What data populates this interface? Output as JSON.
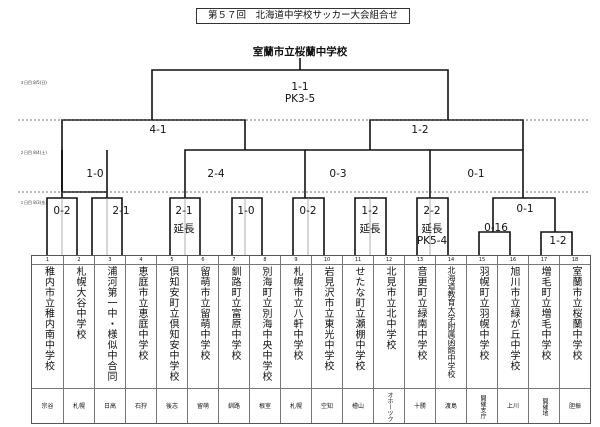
{
  "title": "第５７回　北海道中学校サッカー大会組合せ",
  "winner": "室蘭市立桜蘭中学校",
  "round_labels": [
    {
      "id": "r3",
      "text": "３日目 8/5(日)"
    },
    {
      "id": "r2",
      "text": "２日目 8/4(土)"
    },
    {
      "id": "r1",
      "text": "１日目 8/3(金)"
    }
  ],
  "scores": {
    "final": {
      "line1": "1-1",
      "line2": "PK3-5"
    },
    "sf_left": "4-1",
    "sf_right": "1-2",
    "qf1": "1-0",
    "qf2": "2-4",
    "qf3": "0-3",
    "qf4": "0-1",
    "r1_1": "0-2",
    "r1_2": "2-1",
    "r1_3": {
      "line1": "2-1",
      "line2": "延長"
    },
    "r1_4": "1-0",
    "r1_5": "0-2",
    "r1_6": {
      "line1": "1-2",
      "line2": "延長"
    },
    "r1_7": {
      "line1": "2-2",
      "line2": "延長",
      "line3": "PK5-4"
    },
    "r1_8": "0-1",
    "r0_1": "0-16",
    "r0_2": "1-2"
  },
  "teams": [
    {
      "num": "1",
      "name": "稚内市立稚内南中学校",
      "area": "宗谷"
    },
    {
      "num": "2",
      "name": "札幌大谷中学校",
      "area": "札幌"
    },
    {
      "num": "3",
      "name": "浦河第一中・様似中合同",
      "area": "日高"
    },
    {
      "num": "4",
      "name": "恵庭市立恵庭中学校",
      "area": "石狩"
    },
    {
      "num": "5",
      "name": "倶知安町立倶知安中学校",
      "area": "後志"
    },
    {
      "num": "6",
      "name": "留萌市立留萌中学校",
      "area": "留萌"
    },
    {
      "num": "7",
      "name": "釧路町立富原中学校",
      "area": "釧路"
    },
    {
      "num": "8",
      "name": "別海町立別海中央中学校",
      "area": "根室"
    },
    {
      "num": "9",
      "name": "札幌市立八軒中学校",
      "area": "札幌"
    },
    {
      "num": "10",
      "name": "岩見沢市立東光中学校",
      "area": "空知"
    },
    {
      "num": "11",
      "name": "せたな町立瀬棚中学校",
      "area": "檜山"
    },
    {
      "num": "12",
      "name": "北見市立北中学校",
      "area": "オホーツク"
    },
    {
      "num": "13",
      "name": "音更町立緑南中学校",
      "area": "十勝"
    },
    {
      "num": "14",
      "name": "北海道教育大学附属函館中学校",
      "area": "渡島"
    },
    {
      "num": "15",
      "name": "羽幌町立羽幌中学校",
      "area": "開催支庁"
    },
    {
      "num": "16",
      "name": "旭川市立緑が丘中学校",
      "area": "上川"
    },
    {
      "num": "17",
      "name": "増毛町立増毛中学校",
      "area": "開催地"
    },
    {
      "num": "18",
      "name": "室蘭市立桜蘭中学校",
      "area": "胆振"
    }
  ]
}
